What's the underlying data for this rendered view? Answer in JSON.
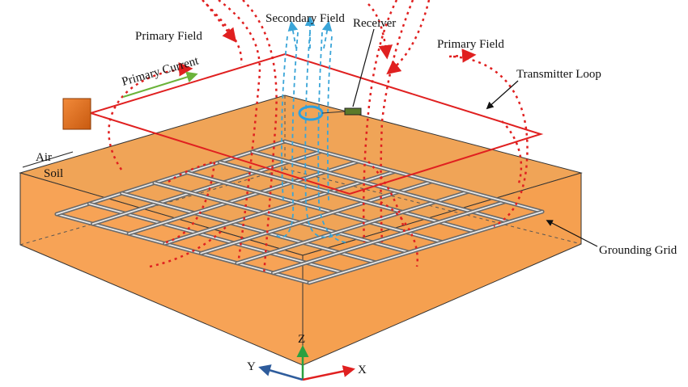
{
  "labels": {
    "primary_field_left": "Primary Field",
    "primary_field_right": "Primary Field",
    "primary_current": "Primary Current",
    "secondary_field": "Secondary Field",
    "receiver": "Receiver",
    "transmitter_loop": "Transmitter Loop",
    "air": "Air",
    "soil": "Soil",
    "grounding_grid": "Grounding Grid"
  },
  "axes": {
    "x": "X",
    "y": "Y",
    "z": "Z"
  },
  "colors": {
    "soil_top": "#f0a457",
    "soil_front": "#f7a356",
    "soil_side": "#f5a050",
    "loop": "#e02020",
    "primary_field": "#e02020",
    "secondary_field": "#3aa5d8",
    "primary_current_arrow": "#6bb33a",
    "transmitter_box": "#d8651a",
    "receiver_coil": "#2aa0e0",
    "receiver_body": "#5a7a2a",
    "axis_x": "#e02020",
    "axis_y": "#2e5c9c",
    "axis_z": "#2aa040"
  }
}
